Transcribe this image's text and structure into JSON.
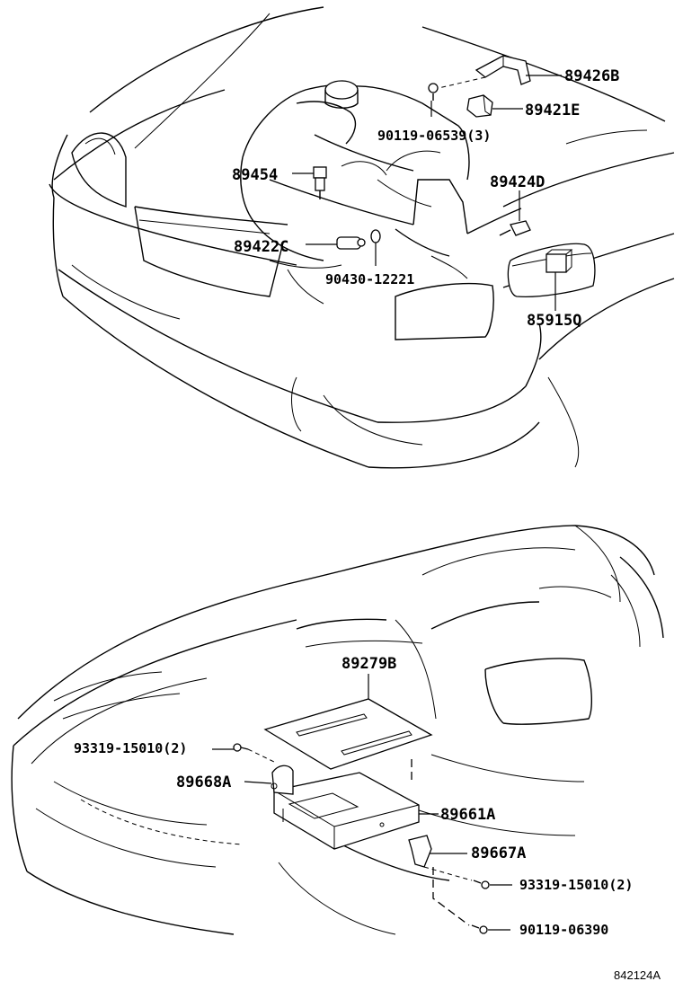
{
  "diagram_code": "842124A",
  "upper_labels": {
    "p89426B": "89426B",
    "p89421E": "89421E",
    "p90119_06539": "90119-06539(3)",
    "p89454": "89454",
    "p89424D": "89424D",
    "p89422C": "89422C",
    "p90430_12221": "90430-12221",
    "p85915Q": "85915Q"
  },
  "lower_labels": {
    "p89279B": "89279B",
    "p93319_15010_left": "93319-15010(2)",
    "p89668A": "89668A",
    "p89661A": "89661A",
    "p89667A": "89667A",
    "p93319_15010_right": "93319-15010(2)",
    "p90119_06390": "90119-06390"
  }
}
